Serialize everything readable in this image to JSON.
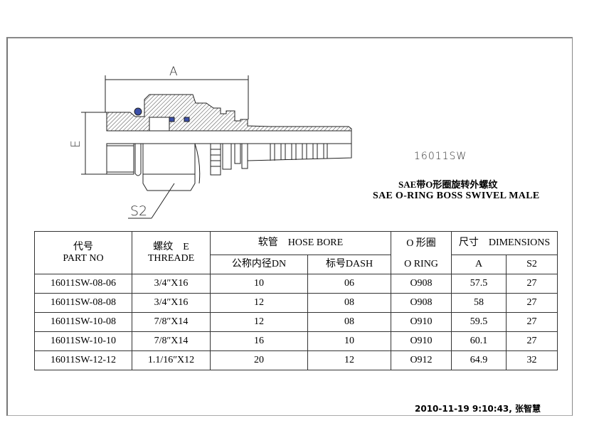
{
  "drawing": {
    "dim_a": "A",
    "dim_e": "E",
    "dim_s2": "S2",
    "part_label": "16011SW",
    "title_cn": "SAE带O形圈旋转外螺纹",
    "title_en": "SAE O-RING BOSS SWIVEL MALE",
    "oring_color": "#3b4fa8"
  },
  "table": {
    "headers": {
      "part_cn": "代号",
      "part_en": "PART NO",
      "thread_cn": "螺纹　E",
      "thread_en": "THREADE",
      "hose": "软管　HOSE BORE",
      "dn": "公称内径DN",
      "dash": "标号DASH",
      "oring_cn": "O 形圈",
      "oring_en": "O RING",
      "dims": "尺寸　DIMENSIONS",
      "a": "A",
      "s2": "S2"
    },
    "rows": [
      {
        "part": "16011SW-08-06",
        "thread": "3/4″X16",
        "dn": "10",
        "dash": "06",
        "oring": "O908",
        "a": "57.5",
        "s2": "27"
      },
      {
        "part": "16011SW-08-08",
        "thread": "3/4″X16",
        "dn": "12",
        "dash": "08",
        "oring": "O908",
        "a": "58",
        "s2": "27"
      },
      {
        "part": "16011SW-10-08",
        "thread": "7/8″X14",
        "dn": "12",
        "dash": "08",
        "oring": "O910",
        "a": "59.5",
        "s2": "27"
      },
      {
        "part": "16011SW-10-10",
        "thread": "7/8″X14",
        "dn": "16",
        "dash": "10",
        "oring": "O910",
        "a": "60.1",
        "s2": "27"
      },
      {
        "part": "16011SW-12-12",
        "thread": "1.1/16″X12",
        "dn": "20",
        "dash": "12",
        "oring": "O912",
        "a": "64.9",
        "s2": "32"
      }
    ]
  },
  "footer": {
    "stamp": "2010-11-19 9:10:43, 张智慧"
  }
}
